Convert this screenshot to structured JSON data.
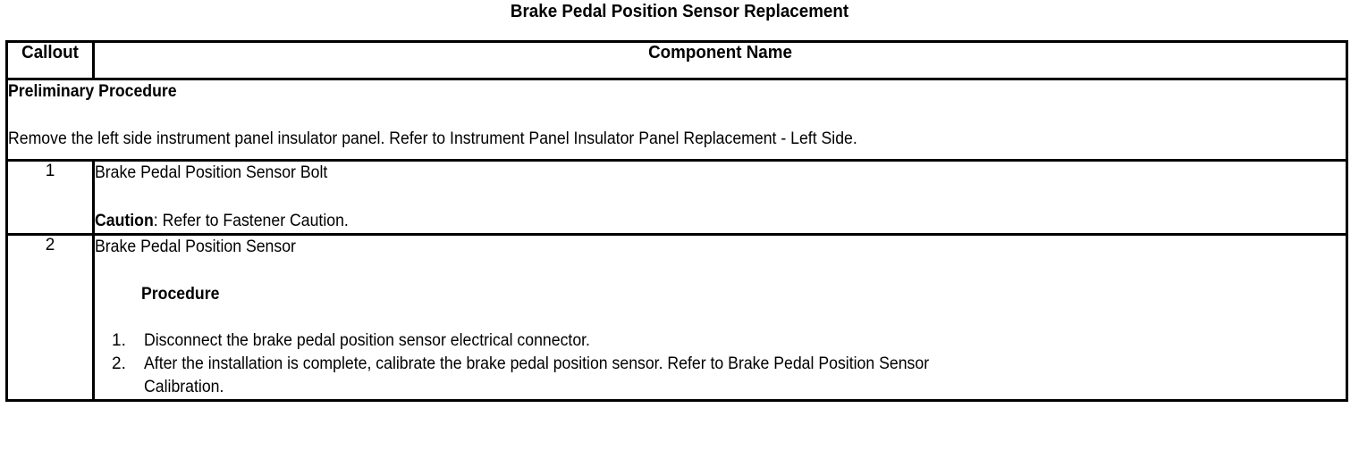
{
  "document": {
    "title": "Brake Pedal Position Sensor Replacement"
  },
  "table": {
    "headers": {
      "callout": "Callout",
      "component_name": "Component Name"
    },
    "preliminary": {
      "heading": "Preliminary Procedure",
      "text": "Remove the left side instrument panel insulator panel. Refer to Instrument Panel Insulator Panel Replacement - Left Side."
    },
    "rows": [
      {
        "callout": "1",
        "name": "Brake Pedal Position Sensor Bolt",
        "caution_label": "Caution",
        "caution_text": ": Refer to Fastener Caution."
      },
      {
        "callout": "2",
        "name": "Brake Pedal Position Sensor",
        "procedure_heading": "Procedure",
        "steps": [
          {
            "marker": "1.",
            "text": "Disconnect the brake pedal position sensor electrical connector."
          },
          {
            "marker": "2.",
            "text": "After the installation is complete, calibrate the brake pedal position sensor. Refer to Brake Pedal Position Sensor",
            "text_cont": "Calibration."
          }
        ]
      }
    ]
  },
  "colors": {
    "page_background": "#ffffff",
    "text": "#000000",
    "border": "#000000"
  }
}
